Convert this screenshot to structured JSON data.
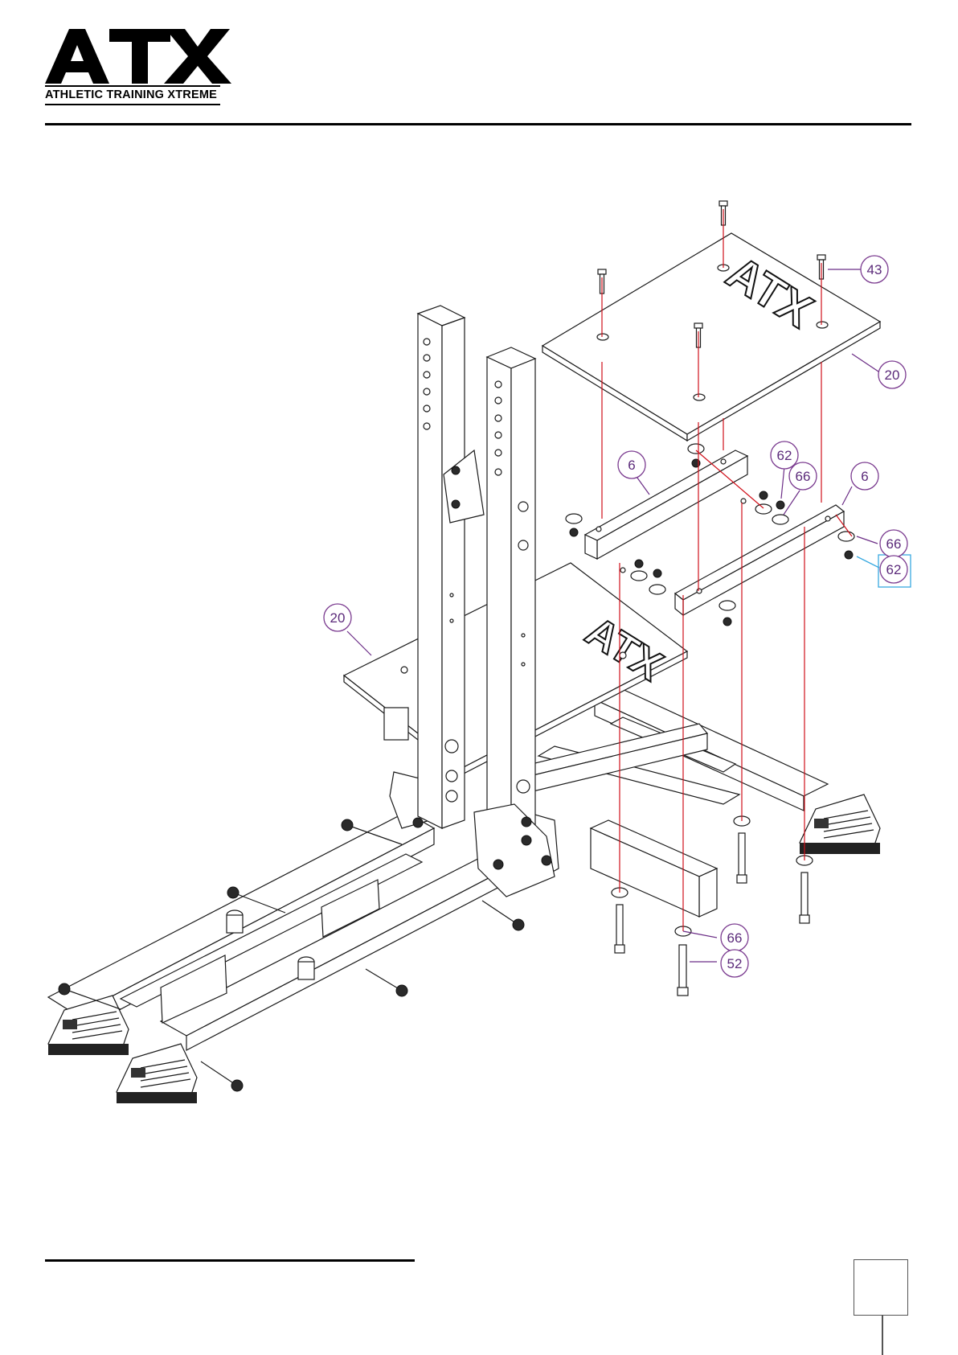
{
  "header": {
    "logo_word": "ATX",
    "logo_registered": "®",
    "logo_tagline": "ATHLETIC TRAINING XTREME"
  },
  "plate_embossing": "ATX",
  "foot_badge": "ATX",
  "callouts": [
    {
      "id": "c43",
      "label": "43"
    },
    {
      "id": "c20-top",
      "label": "20"
    },
    {
      "id": "c62-mid",
      "label": "62"
    },
    {
      "id": "c66-mid",
      "label": "66"
    },
    {
      "id": "c6-left",
      "label": "6"
    },
    {
      "id": "c6-right",
      "label": "6"
    },
    {
      "id": "c66-right",
      "label": "66"
    },
    {
      "id": "c62-right",
      "label": "62"
    },
    {
      "id": "c20-left",
      "label": "20"
    },
    {
      "id": "c66-bottom",
      "label": "66"
    },
    {
      "id": "c52",
      "label": "52"
    }
  ],
  "colors": {
    "callout": "#7a3a8f",
    "assembly_line": "#d0101a",
    "highlight": "#39a9e0"
  },
  "page_number": ""
}
